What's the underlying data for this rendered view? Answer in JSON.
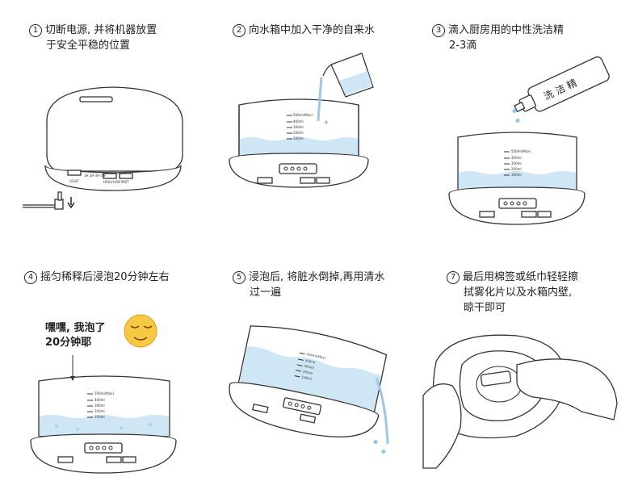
{
  "steps": [
    {
      "n": "1",
      "lines": [
        "切断电源, 并将机器放置",
        "于安全平稳的位置"
      ]
    },
    {
      "n": "2",
      "lines": [
        "向水箱中加入干净的自来水"
      ]
    },
    {
      "n": "3",
      "lines": [
        "滴入厨房用的中性洗洁精",
        "2-3滴"
      ]
    },
    {
      "n": "4",
      "lines": [
        "摇匀稀释后浸泡20分钟左右"
      ]
    },
    {
      "n": "5",
      "lines": [
        "浸泡后, 将脏水倒掉,再用清水",
        "过一遍"
      ]
    },
    {
      "n": "7",
      "lines": [
        "最后用棉签或纸巾轻轻擦",
        "拭雾化片以及水箱内壁,",
        "晾干即可"
      ]
    }
  ],
  "bubble": {
    "line1": "嘿嘿, 我泡了",
    "line2": "20分钟耶"
  },
  "bottle_label": "洗 洁 精",
  "device_labels": {
    "light": "LIGHT",
    "timer": "1H  2H  4H  ON",
    "mode": "HIGH/LOW",
    "mist": "MIST"
  },
  "scale": [
    "500ml(Max)",
    "400ml",
    "300ml",
    "200ml",
    "100ml"
  ],
  "colors": {
    "water": "#cfe6f5",
    "line": "#333333"
  }
}
